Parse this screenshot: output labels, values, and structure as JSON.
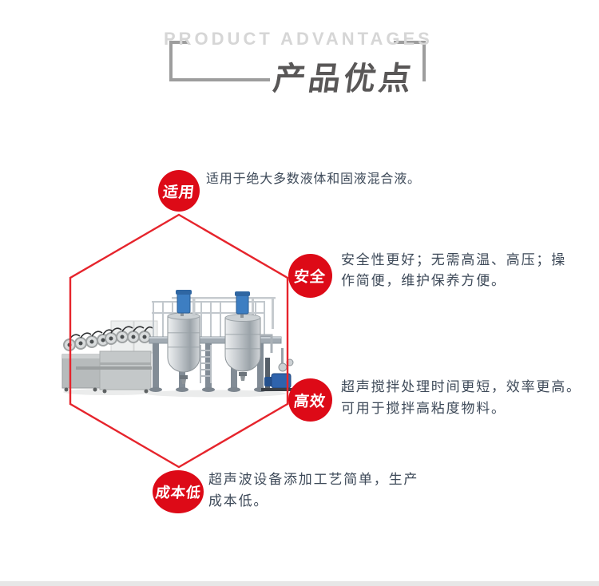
{
  "header": {
    "eyebrow": "PRODUCT ADVANTAGES",
    "title": "产品优点"
  },
  "advantages": [
    {
      "label": "适用",
      "lines": [
        "适用于绝大多数液体和固液混合液。"
      ]
    },
    {
      "label": "安全",
      "lines": [
        "安全性更好；无需高温、高压；操",
        "作简便，维护保养方便。"
      ]
    },
    {
      "label": "高效",
      "lines": [
        "超声搅拌处理时间更短，效率更高。",
        "可用于搅拌高粘度物料。"
      ]
    },
    {
      "label": "成本低",
      "lines": [
        "超声波设备添加工艺简单，生产",
        "成本低。"
      ]
    }
  ],
  "photo": {
    "icon": "ultrasonic-mixing-equipment-photo"
  },
  "colors": {
    "badge": "#dd0a17",
    "hexagon": "#e6242c",
    "eyebrow": "#d6d6d6",
    "title": "#595757",
    "bracket": "#9d9d9d",
    "body_text": "#3e4a59",
    "divider": "#e7e7e7"
  }
}
